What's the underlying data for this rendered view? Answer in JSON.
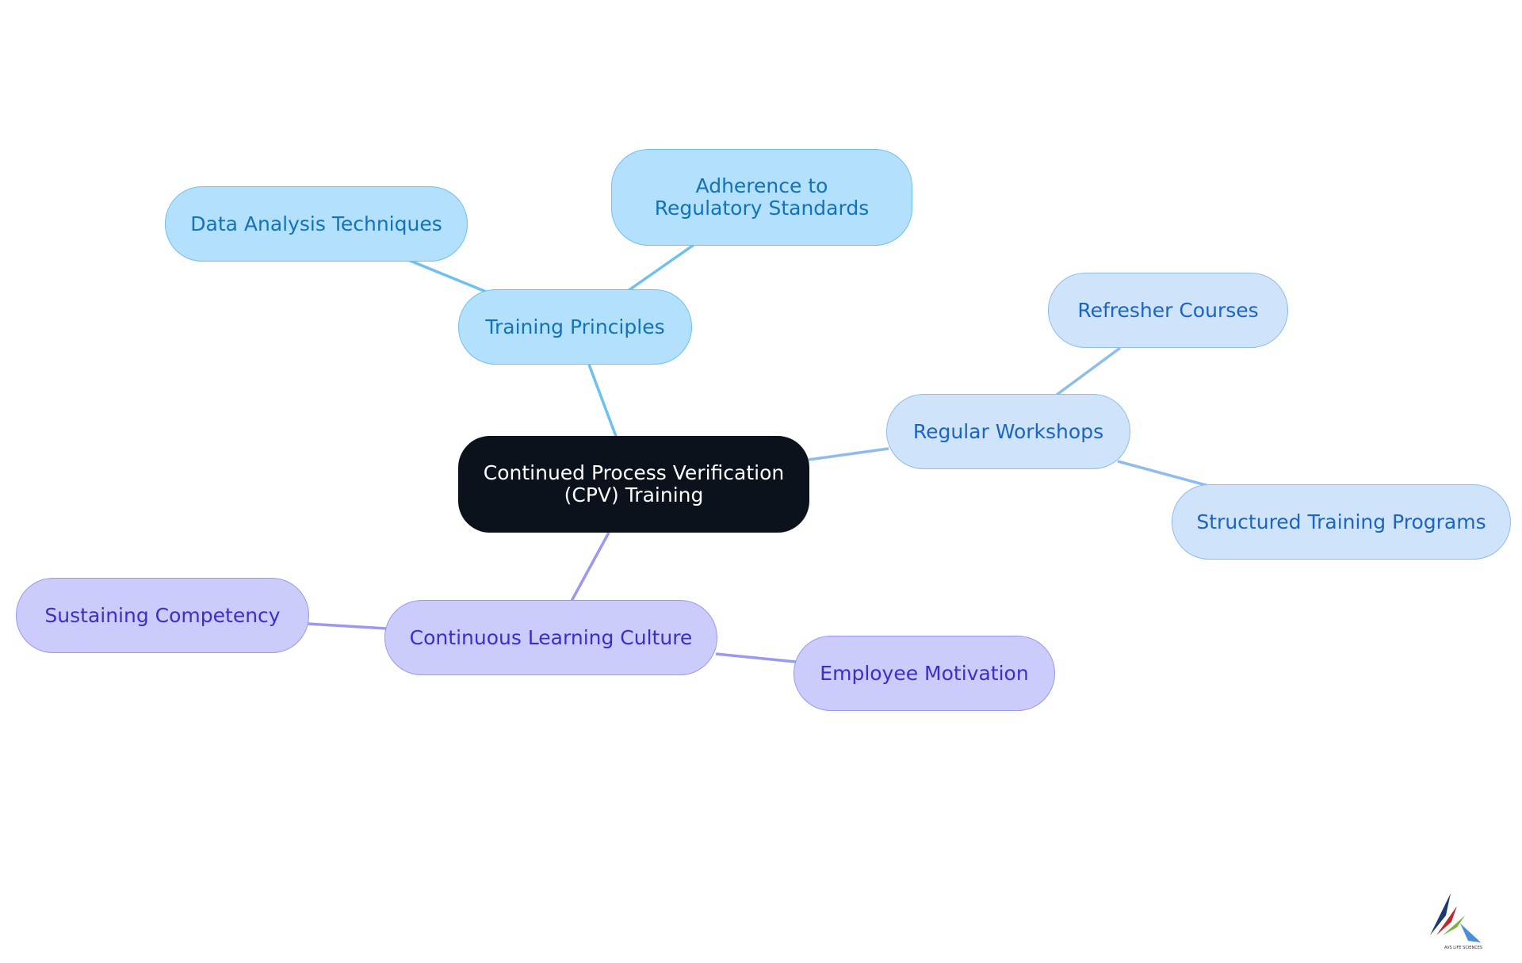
{
  "mindmap": {
    "root": {
      "label": "Continued Process Verification (CPV) Training"
    },
    "branches": [
      {
        "label": "Training Principles",
        "color": "#6ec0ee",
        "children": [
          {
            "label": "Data Analysis Techniques"
          },
          {
            "label": "Adherence to Regulatory Standards"
          }
        ]
      },
      {
        "label": "Regular Workshops",
        "color": "#8fbcec",
        "children": [
          {
            "label": "Refresher Courses"
          },
          {
            "label": "Structured Training Programs"
          }
        ]
      },
      {
        "label": "Continuous Learning Culture",
        "color": "#9a99ee",
        "children": [
          {
            "label": "Sustaining Competency"
          },
          {
            "label": "Employee Motivation"
          }
        ]
      }
    ]
  },
  "logo": {
    "caption": "AVS LIFE SCIENCES",
    "colors": [
      "#1b3a75",
      "#c0262d",
      "#7cb342",
      "#4a90d9"
    ]
  }
}
